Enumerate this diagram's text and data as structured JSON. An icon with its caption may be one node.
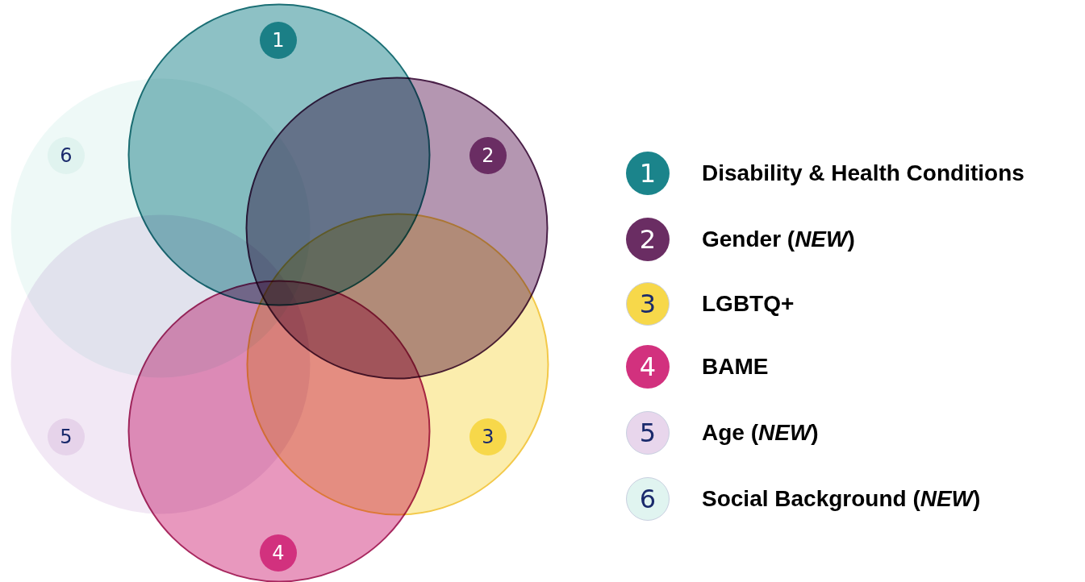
{
  "diagram": {
    "nodes": [
      {
        "text": [
          "1"
        ]
      },
      {
        "text": [
          "2"
        ]
      },
      {
        "text": [
          "3"
        ]
      },
      {
        "text": [
          "4"
        ]
      },
      {
        "text": [
          "5"
        ]
      },
      {
        "text": [
          "6"
        ]
      }
    ],
    "edges": [],
    "labels": [
      "1",
      "2",
      "3",
      "4",
      "5",
      "6"
    ],
    "legend": [
      {
        "text": "Disability & Health Conditions",
        "color": "#1b848b"
      },
      {
        "text": "Gender (*NEW*)",
        "color": "#6a2d63"
      },
      {
        "text": "LGBTQ+",
        "color": "#f7d84a"
      },
      {
        "text": "BAME",
        "color": "#d2317e"
      },
      {
        "text": "Age (*NEW*)",
        "color": "#e8d6ec"
      },
      {
        "text": "Social Background (*NEW*)",
        "color": "#e0f4f0"
      }
    ]
  }
}
